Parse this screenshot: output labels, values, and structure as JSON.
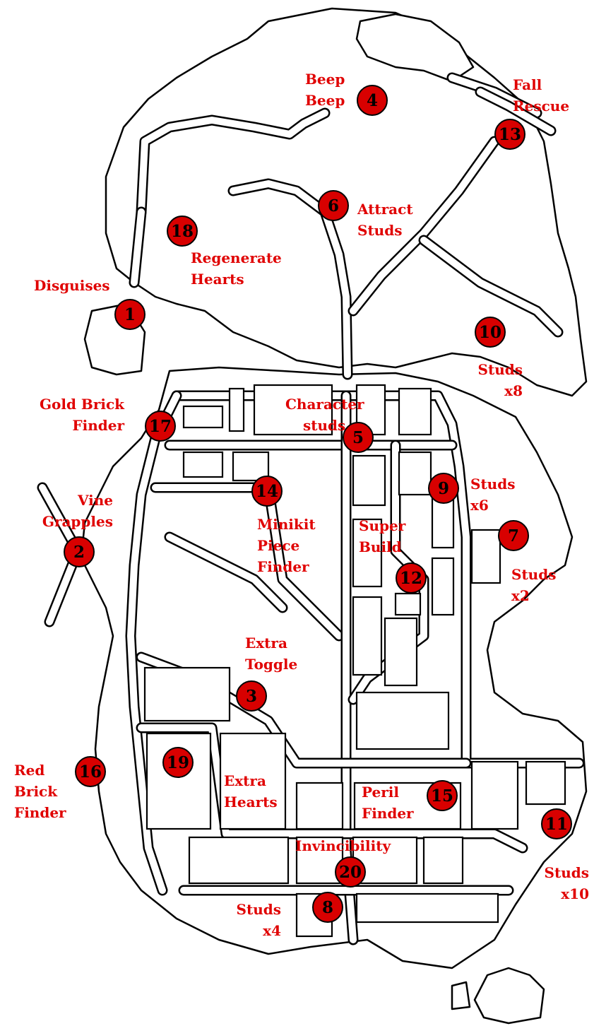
{
  "colors": {
    "marker_fill": "#d80000",
    "label_text": "#e00000",
    "land_outline": "#000000",
    "background": "#ffffff"
  },
  "markers": [
    {
      "id": "1",
      "lines": [
        "Disguises"
      ]
    },
    {
      "id": "2",
      "lines": [
        "Vine",
        "Grapples"
      ]
    },
    {
      "id": "3",
      "lines": [
        "Extra",
        "Toggle"
      ]
    },
    {
      "id": "4",
      "lines": [
        "Beep",
        "Beep"
      ]
    },
    {
      "id": "5",
      "lines": [
        "Character",
        "studs"
      ]
    },
    {
      "id": "6",
      "lines": [
        "Attract",
        "Studs"
      ]
    },
    {
      "id": "7",
      "lines": [
        "Studs",
        "x2"
      ]
    },
    {
      "id": "8",
      "lines": [
        "Studs",
        "x4"
      ]
    },
    {
      "id": "9",
      "lines": [
        "Studs",
        "x6"
      ]
    },
    {
      "id": "10",
      "lines": [
        "Studs",
        "x8"
      ]
    },
    {
      "id": "11",
      "lines": [
        "Studs",
        "x10"
      ]
    },
    {
      "id": "12",
      "lines": [
        "Super",
        "Build"
      ]
    },
    {
      "id": "13",
      "lines": [
        "Fall",
        "Rescue"
      ]
    },
    {
      "id": "14",
      "lines": [
        "Minikit",
        "Piece",
        "Finder"
      ]
    },
    {
      "id": "15",
      "lines": [
        "Peril",
        "Finder"
      ]
    },
    {
      "id": "16",
      "lines": [
        "Red",
        "Brick",
        "Finder"
      ]
    },
    {
      "id": "17",
      "lines": [
        "Gold Brick",
        "Finder"
      ]
    },
    {
      "id": "18",
      "lines": [
        "Regenerate",
        "Hearts"
      ]
    },
    {
      "id": "19",
      "lines": []
    },
    {
      "id": "20",
      "lines": [
        "Invincibility"
      ]
    }
  ]
}
